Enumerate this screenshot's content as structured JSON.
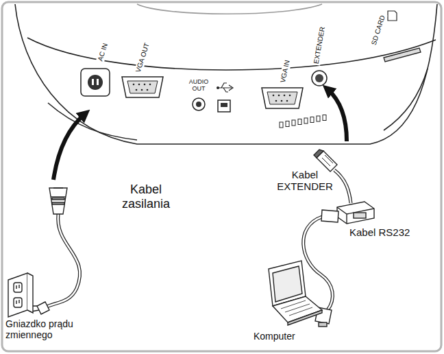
{
  "diagram": {
    "labels": [
      "AC IN",
      "VGA OUT",
      "AUDIO OUT",
      "VGA IN",
      "EXTENDER",
      "SD CARD",
      "Kabel zasilania",
      "Kabel EXTENDER",
      "Kabel RS232",
      "Gniazdko prądu zmiennego",
      "Komputer"
    ]
  }
}
